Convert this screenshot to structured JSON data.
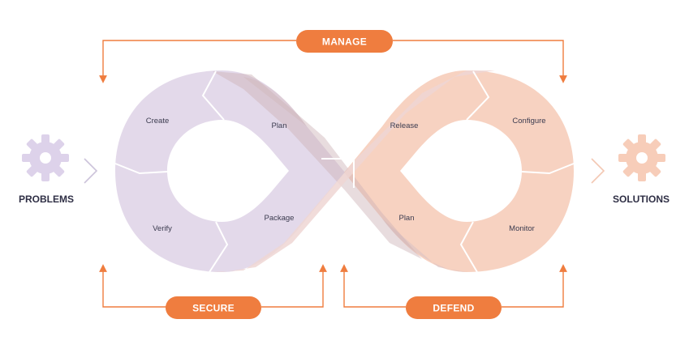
{
  "left": {
    "label": "PROBLEMS",
    "icon": "gear-icon"
  },
  "right": {
    "label": "SOLUTIONS",
    "icon": "gear-icon"
  },
  "pills": {
    "manage": "MANAGE",
    "secure": "SECURE",
    "defend": "DEFEND"
  },
  "stages": {
    "create": "Create",
    "plan_top": "Plan",
    "verify": "Verify",
    "package": "Package",
    "release": "Release",
    "configure": "Configure",
    "plan_bottom": "Plan",
    "monitor": "Monitor"
  },
  "colors": {
    "accent": "#ef7d3f",
    "left_loop": "#e6dcec",
    "right_loop": "#f7d3c2",
    "left_gear": "#ddd2ea",
    "right_gear": "#f7cdb9"
  }
}
